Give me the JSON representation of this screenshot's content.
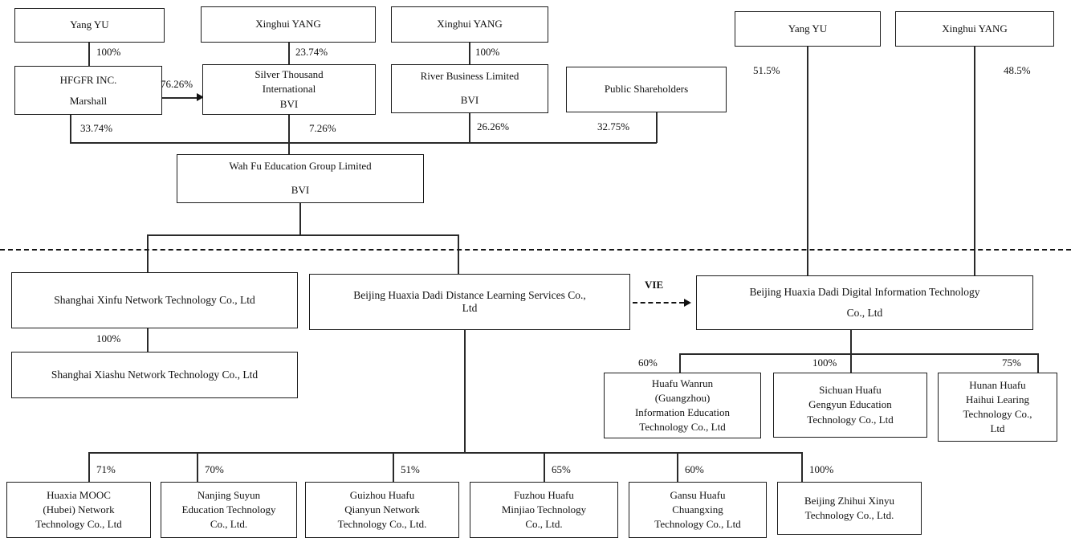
{
  "diagram_type": "corporate-ownership-structure",
  "nodes": {
    "yang_yu_left": {
      "lines": [
        "Yang YU"
      ]
    },
    "xinghui_yang_silver": {
      "lines": [
        "Xinghui YANG"
      ]
    },
    "xinghui_yang_river": {
      "lines": [
        "Xinghui YANG"
      ]
    },
    "yang_yu_right": {
      "lines": [
        "Yang YU"
      ]
    },
    "xinghui_yang_right": {
      "lines": [
        "Xinghui YANG"
      ]
    },
    "hfgfr": {
      "lines": [
        "HFGFR INC.",
        "Marshall"
      ]
    },
    "silver_thousand": {
      "lines": [
        "Silver Thousand",
        "International",
        "BVI"
      ]
    },
    "river_business": {
      "lines": [
        "River Business Limited",
        "",
        "BVI"
      ]
    },
    "public_shareholders": {
      "lines": [
        "Public Shareholders"
      ]
    },
    "wah_fu": {
      "lines": [
        "Wah Fu Education Group Limited",
        "",
        "BVI"
      ]
    },
    "shanghai_xinfu": {
      "lines": [
        "Shanghai Xinfu Network Technology Co., Ltd"
      ]
    },
    "beijing_distance": {
      "lines": [
        "Beijing Huaxia Dadi Distance Learning Services Co.,",
        "Ltd"
      ]
    },
    "beijing_digital": {
      "lines": [
        "Beijing Huaxia Dadi Digital Information Technology",
        "Co., Ltd"
      ]
    },
    "shanghai_xiashu": {
      "lines": [
        "Shanghai Xiashu Network Technology Co., Ltd"
      ]
    },
    "huafu_wanrun": {
      "lines": [
        "Huafu Wanrun",
        "(Guangzhou)",
        "Information Education",
        "Technology Co., Ltd"
      ]
    },
    "sichuan_huafu": {
      "lines": [
        "Sichuan Huafu",
        "Gengyun Education",
        "Technology Co., Ltd"
      ]
    },
    "hunan_huafu": {
      "lines": [
        "Hunan Huafu",
        "Haihui Learing",
        "Technology Co.,",
        "Ltd"
      ]
    },
    "huaxia_mooc": {
      "lines": [
        "Huaxia MOOC",
        "(Hubei) Network",
        "Technology Co., Ltd"
      ]
    },
    "nanjing_suyun": {
      "lines": [
        "Nanjing Suyun",
        "Education Technology",
        "Co., Ltd."
      ]
    },
    "guizhou_huafu": {
      "lines": [
        "Guizhou Huafu",
        "Qianyun Network",
        "Technology Co., Ltd."
      ]
    },
    "fuzhou_huafu": {
      "lines": [
        "Fuzhou Huafu",
        "Minjiao Technology",
        "Co., Ltd."
      ]
    },
    "gansu_huafu": {
      "lines": [
        "Gansu Huafu",
        "Chuangxing",
        "Technology Co., Ltd"
      ]
    },
    "beijing_zhihui": {
      "lines": [
        "Beijing Zhihui Xinyu",
        "Technology Co., Ltd."
      ]
    }
  },
  "edges": [
    {
      "from": "Yang YU",
      "to": "HFGFR INC. Marshall",
      "label": "100%"
    },
    {
      "from": "Xinghui YANG",
      "to": "Silver Thousand International BVI",
      "label": "23.74%"
    },
    {
      "from": "HFGFR INC. Marshall",
      "to": "Silver Thousand International BVI",
      "label": "76.26%"
    },
    {
      "from": "Xinghui YANG",
      "to": "River Business Limited BVI",
      "label": "100%"
    },
    {
      "from": "HFGFR INC. Marshall",
      "to": "Wah Fu Education Group Limited BVI",
      "label": "33.74%"
    },
    {
      "from": "Silver Thousand International BVI",
      "to": "Wah Fu Education Group Limited BVI",
      "label": "7.26%"
    },
    {
      "from": "River Business Limited BVI",
      "to": "Wah Fu Education Group Limited BVI",
      "label": "26.26%"
    },
    {
      "from": "Public Shareholders",
      "to": "Wah Fu Education Group Limited BVI",
      "label": "32.75%"
    },
    {
      "from": "Yang YU",
      "to": "Beijing Huaxia Dadi Digital Information Technology Co., Ltd",
      "label": "51.5%"
    },
    {
      "from": "Xinghui YANG",
      "to": "Beijing Huaxia Dadi Digital Information Technology Co., Ltd",
      "label": "48.5%"
    },
    {
      "from": "Shanghai Xinfu Network Technology Co., Ltd",
      "to": "Shanghai Xiashu Network Technology Co., Ltd",
      "label": "100%"
    },
    {
      "from": "Beijing Huaxia Dadi Distance Learning Services Co., Ltd",
      "to": "Beijing Huaxia Dadi Digital Information Technology Co., Ltd",
      "label": "VIE"
    },
    {
      "from": "Beijing Huaxia Dadi Digital Information Technology Co., Ltd",
      "to": "Huafu Wanrun (Guangzhou) Information Education Technology Co., Ltd",
      "label": "60%"
    },
    {
      "from": "Beijing Huaxia Dadi Digital Information Technology Co., Ltd",
      "to": "Sichuan Huafu Gengyun Education Technology Co., Ltd",
      "label": "100%"
    },
    {
      "from": "Beijing Huaxia Dadi Digital Information Technology Co., Ltd",
      "to": "Hunan Huafu Haihui Learing Technology Co., Ltd",
      "label": "75%"
    },
    {
      "from": "Beijing Huaxia Dadi Distance Learning Services Co., Ltd",
      "to": "Huaxia MOOC (Hubei) Network Technology Co., Ltd",
      "label": "71%"
    },
    {
      "from": "Beijing Huaxia Dadi Distance Learning Services Co., Ltd",
      "to": "Nanjing Suyun Education Technology Co., Ltd.",
      "label": "70%"
    },
    {
      "from": "Beijing Huaxia Dadi Distance Learning Services Co., Ltd",
      "to": "Guizhou Huafu Qianyun Network Technology Co., Ltd.",
      "label": "51%"
    },
    {
      "from": "Beijing Huaxia Dadi Distance Learning Services Co., Ltd",
      "to": "Fuzhou Huafu Minjiao Technology Co., Ltd.",
      "label": "65%"
    },
    {
      "from": "Beijing Huaxia Dadi Distance Learning Services Co., Ltd",
      "to": "Gansu Huafu Chuangxing Technology Co., Ltd",
      "label": "60%"
    },
    {
      "from": "Beijing Huaxia Dadi Distance Learning Services Co., Ltd",
      "to": "Beijing Zhihui Xinyu Technology Co., Ltd.",
      "label": "100%"
    }
  ],
  "colors": {
    "line": "#2a2a2a",
    "text": "#111111",
    "background": "#ffffff"
  }
}
